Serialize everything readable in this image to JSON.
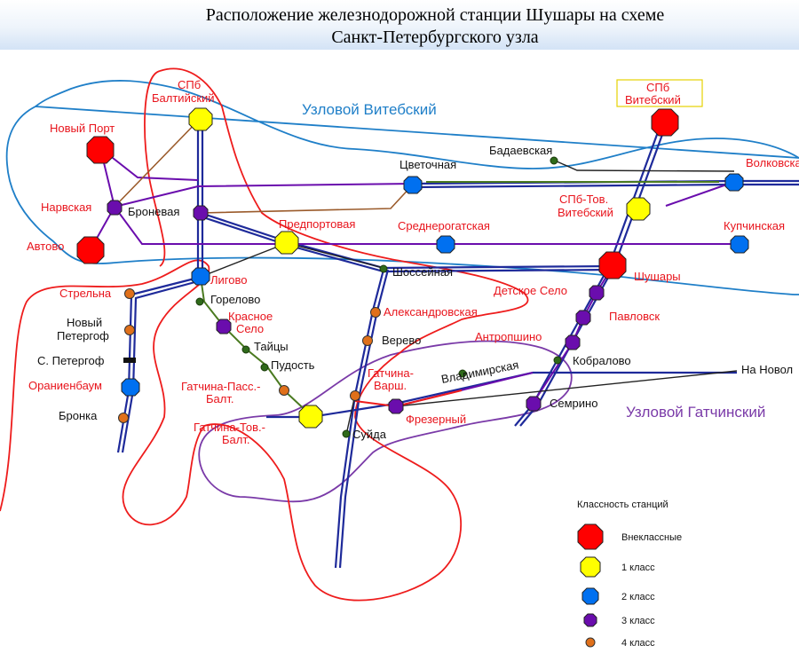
{
  "title": {
    "line1": "Расположение железнодорожной станции Шушары на схеме",
    "line2": "Санкт-Петербургского узла"
  },
  "colors": {
    "out_of_class": "#ff0000",
    "class1": "#ffff00",
    "class2": "#0070f0",
    "class3": "#6a0dad",
    "class4": "#e0701a",
    "intermediate": "#2f6a1a",
    "track_main": "#1e2a9a",
    "zone_vitebsk": "#1f7fc8",
    "zone_gatchina": "#7a3aa8",
    "zone_shushary": "#ee1c1c"
  },
  "zones": {
    "vitebsk": "Узловой Витебский",
    "gatchina": "Узловой Гатчинский"
  },
  "stations": {
    "noviy_port": "Новый Порт",
    "spb_balt_1": "СПб",
    "spb_balt_2": "Балтийский",
    "spb_vit_1": "СПб",
    "spb_vit_2": "Витебский",
    "badaevskaya": "Бадаевская",
    "tsvetochnaya": "Цветочная",
    "volkovskaya": "Волковская",
    "narvskaya": "Нарвская",
    "bronevaya": "Броневая",
    "spb_tov_1": "СПб-Тов.",
    "spb_tov_2": "Витебский",
    "avtovo": "Автово",
    "predportovaya": "Предпортовая",
    "srednerogatskaya": "Среднерогатская",
    "kupchinskaya": "Купчинская",
    "shosseynaya": "Шоссейная",
    "shushary": "Шушары",
    "strelna": "Стрельна",
    "ligovo": "Лигово",
    "gorelovo": "Горелово",
    "detskoe_selo": "Детское Село",
    "noviy_peterhof_1": "Новый",
    "noviy_peterhof_2": "Петергоф",
    "krasnoe_selo_1": "Красное",
    "krasnoe_selo_2": "Село",
    "aleksandrovskaya": "Александровская",
    "pavlovsk": "Павловск",
    "taitsy": "Тайцы",
    "verevo": "Верево",
    "antropshino": "Антропшино",
    "s_peterhof": "С. Петергоф",
    "pudost": "Пудость",
    "kobralovo": "Кобралово",
    "oranienbaum": "Ораниенбаум",
    "gatchina_pass_1": "Гатчина-Пасс.-",
    "gatchina_pass_2": "Балт.",
    "gatchina_varsh_1": "Гатчина-",
    "gatchina_varsh_2": "Варш.",
    "vladimirskaya": "Владимирская",
    "to_novolisino": "На Новол",
    "bronka": "Бронка",
    "semrino": "Семрино",
    "freserny": "Фрезерный",
    "gatchina_tov_1": "Гатчина-Тов.-",
    "gatchina_tov_2": "Балт.",
    "suyda": "Суйда"
  },
  "legend": {
    "title": "Классность станций",
    "out_of_class": "Внеклассные",
    "class1": "1 класс",
    "class2": "2 класс",
    "class3": "3 класс",
    "class4": "4 класс"
  }
}
